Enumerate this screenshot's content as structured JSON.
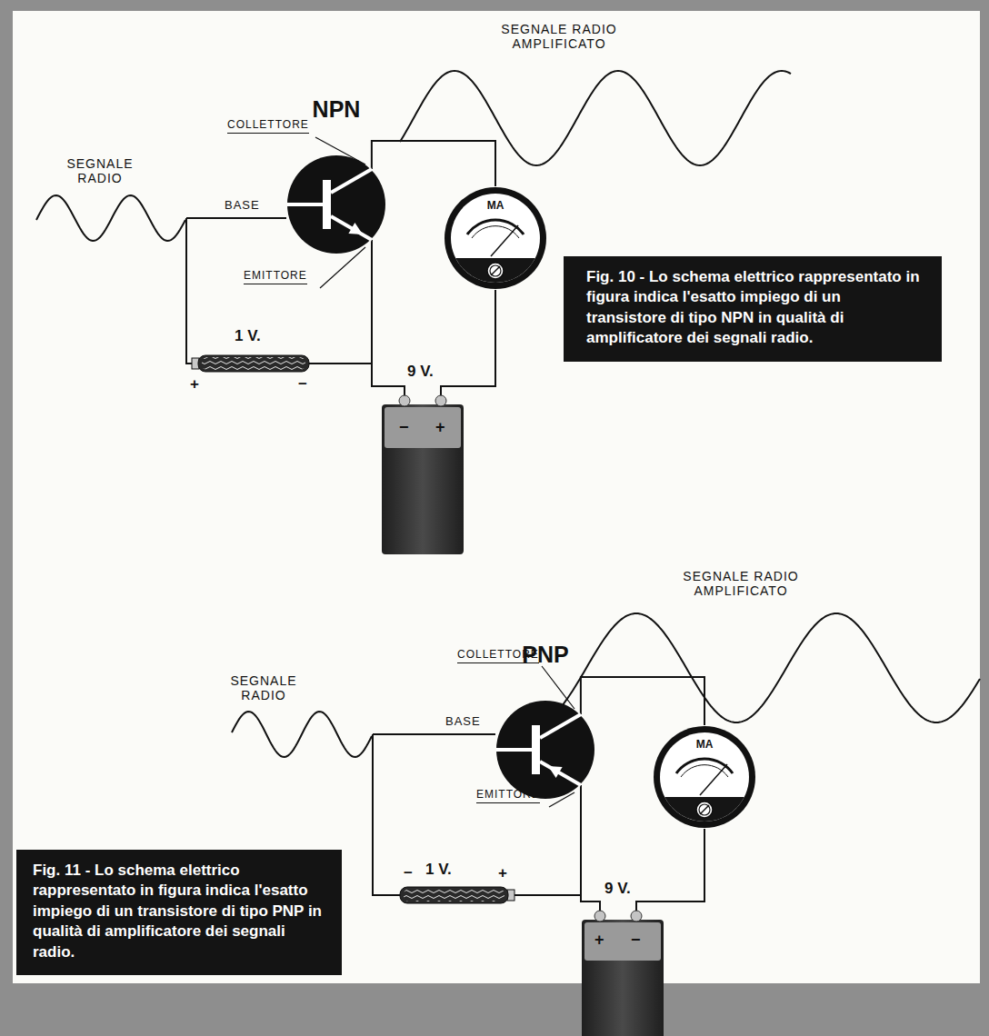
{
  "diagram": {
    "nodes": [
      {
        "text": [
          "NPN"
        ]
      },
      {
        "text": [
          "MA"
        ]
      },
      {
        "text": [
          "Fig. 10 - Lo schema elettrico rappresentato in figura indica l'esatto impiego di un transistore di tipo NPN in qualità di amplificatore dei segnali radio."
        ]
      },
      {
        "text": [
          "PNP"
        ]
      },
      {
        "text": [
          "MA"
        ]
      },
      {
        "text": [
          "Fig. 11 - Lo schema elettrico rappresentato in figura indica l'esatto impiego di un transistore di tipo PNP in qualità di amplificatore dei segnali radio."
        ]
      }
    ],
    "edges": [
      {
        "from": 0,
        "to": 1,
        "arrow": "none"
      },
      {
        "from": 3,
        "to": 4,
        "arrow": "none"
      }
    ],
    "labels": [
      "SEGNALE RADIO AMPLIFICATO",
      "SEGNALE RADIO",
      "COLLETTORE",
      "BASE",
      "EMITTORE",
      "1 V.",
      "+",
      "−",
      "9 V.",
      "−",
      "+",
      "SEGNALE RADIO AMPLIFICATO",
      "SEGNALE RADIO",
      "COLLETTORE",
      "BASE",
      "EMITTORE",
      "1 V.",
      "−",
      "+",
      "9 V.",
      "+",
      "−"
    ]
  }
}
